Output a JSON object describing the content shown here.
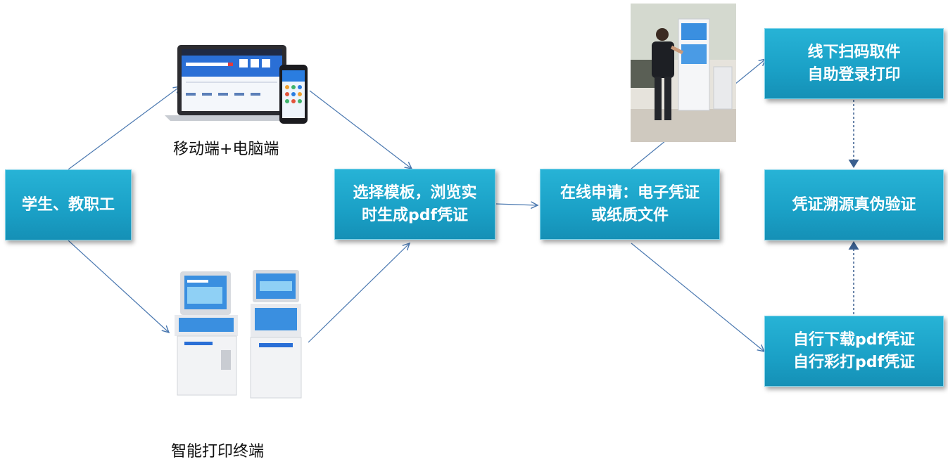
{
  "nodes": {
    "users": "学生、教职工",
    "select_template": [
      "选择模板，浏览实",
      "时生成pdf凭证"
    ],
    "apply_online": [
      "在线申请：电子凭证",
      "或纸质文件"
    ],
    "offline_pickup": [
      "线下扫码取件",
      "自助登录打印"
    ],
    "verify": "凭证溯源真伪验证",
    "self_download": [
      "自行下载pdf凭证",
      "自行彩打pdf凭证"
    ]
  },
  "labels": {
    "mobile_pc": "移动端+电脑端",
    "kiosk": "智能打印终端"
  },
  "colors": {
    "box": "#1aa0c6",
    "arrow": "#4a78b0"
  }
}
